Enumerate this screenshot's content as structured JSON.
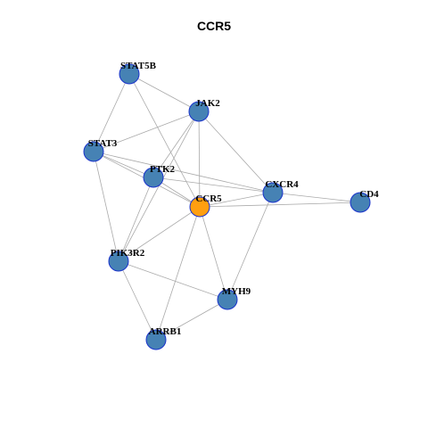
{
  "title": "CCR5",
  "colors": {
    "focus_node": "#ff9f10",
    "other_node": "#4682b4",
    "node_border": "#1a33cc",
    "edge": "#aaaaaa"
  },
  "nodes": [
    {
      "id": "STAT5B",
      "label": "STAT5B",
      "focus": false
    },
    {
      "id": "JAK2",
      "label": "JAK2",
      "focus": false
    },
    {
      "id": "STAT3",
      "label": "STAT3",
      "focus": false
    },
    {
      "id": "PTK2",
      "label": "PTK2",
      "focus": false
    },
    {
      "id": "CCR5",
      "label": "CCR5",
      "focus": true
    },
    {
      "id": "CXCR4",
      "label": "CXCR4",
      "focus": false
    },
    {
      "id": "CD4",
      "label": "CD4",
      "focus": false
    },
    {
      "id": "PIK3R2",
      "label": "PIK3R2",
      "focus": false
    },
    {
      "id": "MYH9",
      "label": "MYH9",
      "focus": false
    },
    {
      "id": "ARRB1",
      "label": "ARRB1",
      "focus": false
    }
  ],
  "edges": [
    [
      "STAT5B",
      "JAK2"
    ],
    [
      "STAT5B",
      "STAT3"
    ],
    [
      "STAT5B",
      "CCR5"
    ],
    [
      "JAK2",
      "STAT3"
    ],
    [
      "JAK2",
      "PTK2"
    ],
    [
      "JAK2",
      "CCR5"
    ],
    [
      "JAK2",
      "CXCR4"
    ],
    [
      "JAK2",
      "PIK3R2"
    ],
    [
      "STAT3",
      "PTK2"
    ],
    [
      "STAT3",
      "CCR5"
    ],
    [
      "STAT3",
      "CXCR4"
    ],
    [
      "STAT3",
      "PIK3R2"
    ],
    [
      "PTK2",
      "CCR5"
    ],
    [
      "PTK2",
      "CXCR4"
    ],
    [
      "PTK2",
      "PIK3R2"
    ],
    [
      "CCR5",
      "CXCR4"
    ],
    [
      "CCR5",
      "CD4"
    ],
    [
      "CCR5",
      "PIK3R2"
    ],
    [
      "CCR5",
      "MYH9"
    ],
    [
      "CCR5",
      "ARRB1"
    ],
    [
      "CXCR4",
      "CD4"
    ],
    [
      "CXCR4",
      "MYH9"
    ],
    [
      "PIK3R2",
      "MYH9"
    ],
    [
      "PIK3R2",
      "ARRB1"
    ],
    [
      "MYH9",
      "ARRB1"
    ]
  ]
}
